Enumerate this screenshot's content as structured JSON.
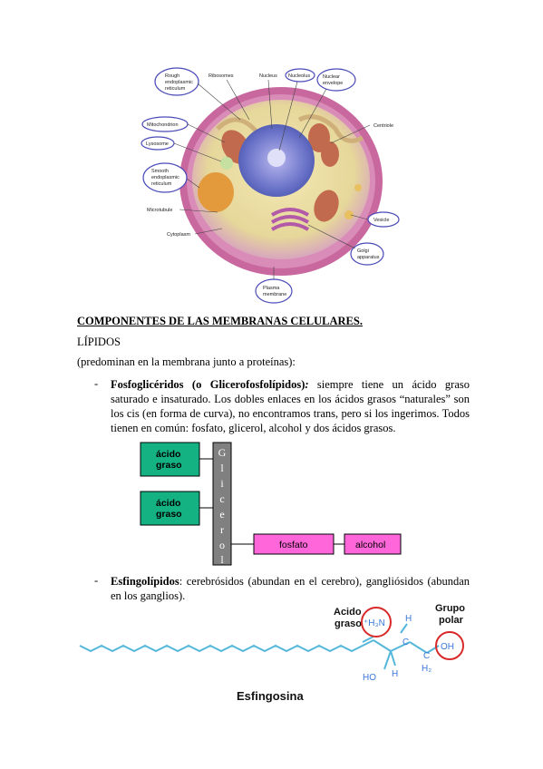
{
  "cell_labels": {
    "rough_er": [
      "Rough",
      "endoplasmic",
      "reticulum"
    ],
    "ribosomes": "Ribosomes",
    "nucleus": "Nucleus",
    "nucleolus": "Nucleolus",
    "nuclear_envelope": [
      "Nuclear",
      "envelope"
    ],
    "centriole": "Centriole",
    "mitochondrion": "Mitochondrion",
    "lysosome": "Lysosome",
    "smooth_er": [
      "Smooth",
      "endoplasmic",
      "reticulum"
    ],
    "microtubule": "Microtubule",
    "cytoplasm": "Cytoplasm",
    "vesicle": "Vesicle",
    "golgi": [
      "Golgi",
      "apparatus"
    ],
    "plasma_membrane": [
      "Plasma",
      "membrane"
    ]
  },
  "heading": "COMPONENTES DE LAS MEMBRANAS CELULARES.",
  "subheading": "LÍPIDOS",
  "intro": "(predominan en la membrana junto a proteínas):",
  "bullet_marker": "-",
  "bullet1": {
    "term": "Fosfoglicéridos (o Glicerofosfolípidos)",
    "colon": ":",
    "text": " siempre tiene un ácido graso saturado e insaturado. Los dobles enlaces en los ácidos grasos “naturales” son los cis (en forma de curva), no encontramos trans, pero si los ingerimos. Todos tienen en común: fosfato, glicerol, alcohol y dos ácidos grasos."
  },
  "diagram": {
    "acid1": [
      "ácido",
      "graso"
    ],
    "acid2": [
      "ácido",
      "graso"
    ],
    "glycerol_letters": [
      "G",
      "l",
      "i",
      "c",
      "e",
      "r",
      "o",
      "l"
    ],
    "fosfato": "fosfato",
    "alcohol": "alcohol",
    "colors": {
      "acid": "#14b283",
      "glycerol": "#808080",
      "pink": "#ff66d9"
    }
  },
  "bullet2": {
    "term": "Esfingolípidos",
    "text": ": cerebrósidos (abundan en el cerebro), gangliósidos (abundan en los ganglios)."
  },
  "sphingosine": {
    "acid_label": [
      "Acido",
      "graso"
    ],
    "polar_label": [
      "Grupo",
      "polar"
    ],
    "nh3": "⁺H₃N",
    "h1": "H",
    "c1": "C",
    "oh": "OH",
    "ho": "HO",
    "h2": "H",
    "c2": "C",
    "h2sub": "H₂",
    "name": "Esfingosina",
    "colors": {
      "chain": "#55b7d9",
      "circle": "#d82a2a",
      "atom": "#3a78d8"
    }
  }
}
